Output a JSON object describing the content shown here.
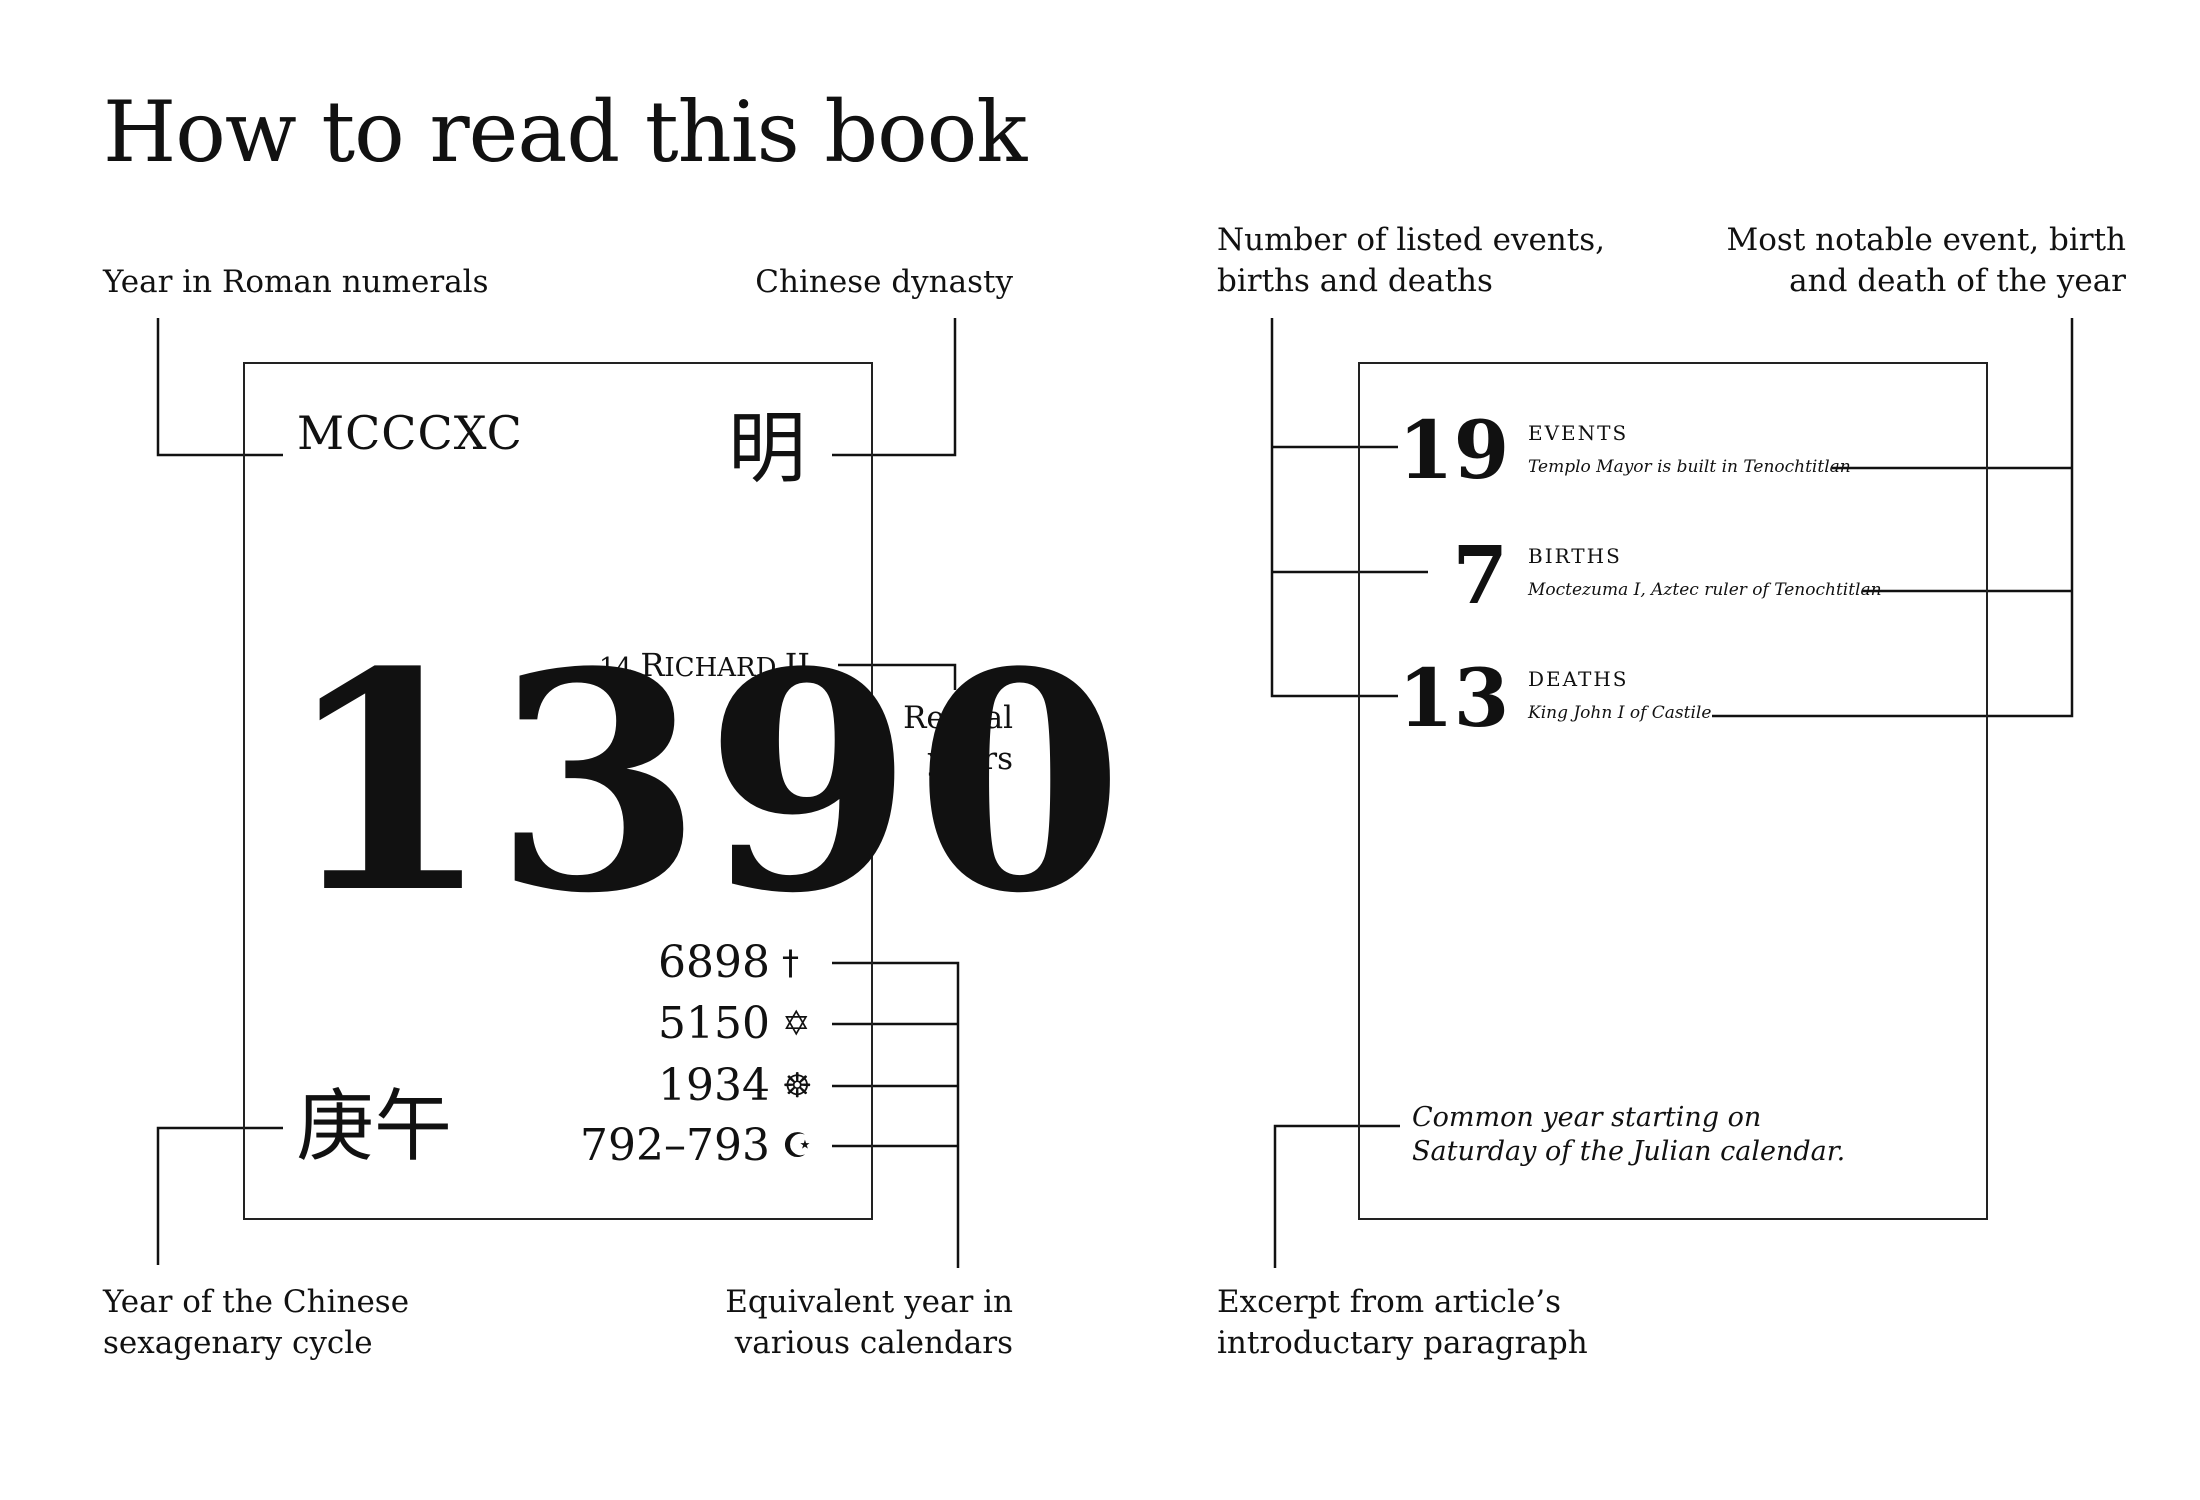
{
  "title": "How to read this book",
  "annotations": {
    "roman": "Year in Roman numerals",
    "dynasty": "Chinese dynasty",
    "regnal_1": "Regnal",
    "regnal_2": "years",
    "sexagenary_1": "Year of the Chinese",
    "sexagenary_2": "sexagenary cycle",
    "calendars_1": "Equivalent year in",
    "calendars_2": "various calendars",
    "counts_1": "Number of listed events,",
    "counts_2": "births and deaths",
    "notable_1": "Most notable event, birth",
    "notable_2": "and death of the year",
    "excerpt_1": "Excerpt from article’s",
    "excerpt_2": "introductary paragraph"
  },
  "year_card": {
    "roman": "MCCCXC",
    "dynasty": "明",
    "regnal_number": "14",
    "regnal_r": "R",
    "regnal_ichard": "ICHARD",
    "regnal_ii": "II",
    "year": "1390",
    "sexagenary": "庚午",
    "calendars": [
      {
        "value": "6898",
        "symbol": "†",
        "icon": "cross-icon"
      },
      {
        "value": "5150",
        "symbol": "✡",
        "icon": "star-of-david-icon"
      },
      {
        "value": "1934",
        "symbol": "☸",
        "icon": "dharma-wheel-icon"
      },
      {
        "value": "792–793",
        "symbol": "☪",
        "icon": "crescent-icon"
      }
    ]
  },
  "summary_card": {
    "rows": [
      {
        "count": "19",
        "category": "EVENTS",
        "note": "Templo Mayor is built in Tenochtitlan"
      },
      {
        "count": "7",
        "category": "BIRTHS",
        "note": "Moctezuma I, Aztec ruler of Tenochtitlan"
      },
      {
        "count": "13",
        "category": "DEATHS",
        "note": "King John I of Castile"
      }
    ],
    "excerpt_1": "Common year starting on",
    "excerpt_2": "Saturday of the Julian calendar."
  },
  "colors": {
    "ink": "#111111",
    "background": "#ffffff"
  }
}
